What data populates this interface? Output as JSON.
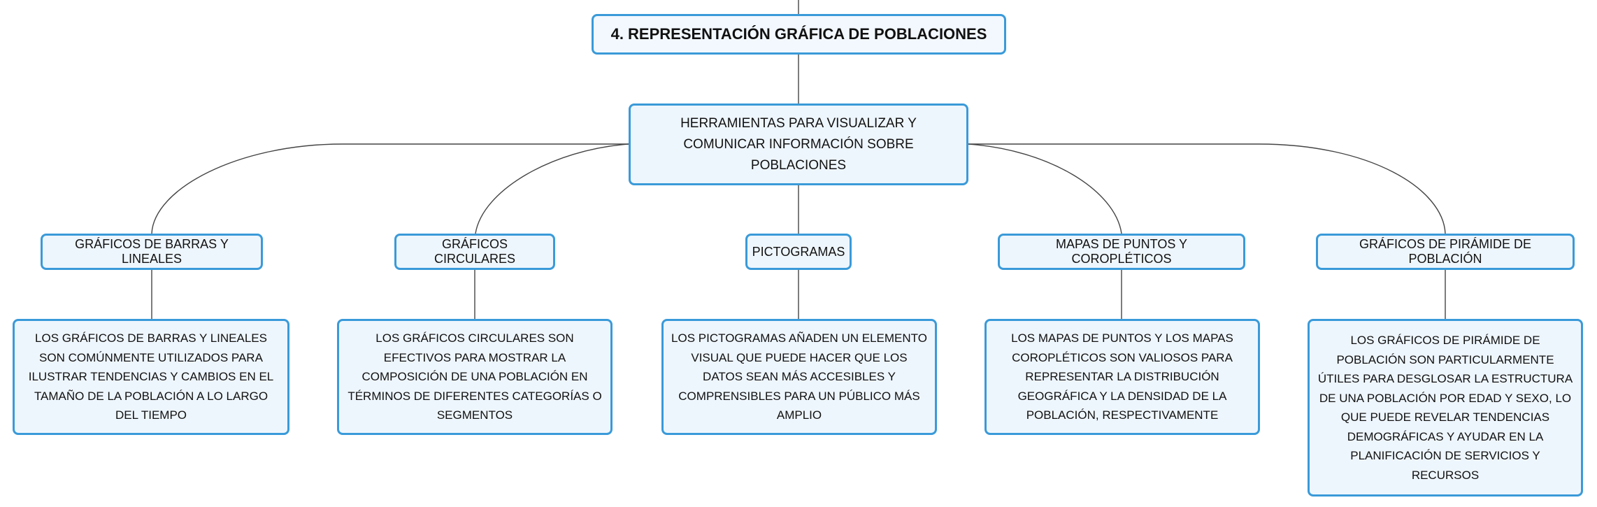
{
  "diagram": {
    "root": {
      "label": "4. REPRESENTACIÓN GRÁFICA DE POBLACIONES"
    },
    "center": {
      "label": "HERRAMIENTAS PARA VISUALIZAR Y COMUNICAR INFORMACIÓN SOBRE POBLACIONES"
    },
    "branches": [
      {
        "title": "GRÁFICOS DE BARRAS Y LINEALES",
        "description": "LOS GRÁFICOS DE BARRAS Y LINEALES SON COMÚNMENTE UTILIZADOS PARA ILUSTRAR TENDENCIAS Y CAMBIOS EN EL TAMAÑO DE LA POBLACIÓN A LO LARGO DEL TIEMPO"
      },
      {
        "title": "GRÁFICOS CIRCULARES",
        "description": "LOS GRÁFICOS CIRCULARES SON EFECTIVOS PARA MOSTRAR LA COMPOSICIÓN DE UNA POBLACIÓN EN TÉRMINOS DE DIFERENTES CATEGORÍAS O SEGMENTOS"
      },
      {
        "title": "PICTOGRAMAS",
        "description": "LOS PICTOGRAMAS AÑADEN UN ELEMENTO VISUAL QUE PUEDE HACER QUE LOS DATOS SEAN MÁS ACCESIBLES Y COMPRENSIBLES PARA UN PÚBLICO MÁS AMPLIO"
      },
      {
        "title": "MAPAS DE PUNTOS Y COROPLÉTICOS",
        "description": "LOS MAPAS DE PUNTOS Y LOS MAPAS COROPLÉTICOS SON VALIOSOS PARA REPRESENTAR LA DISTRIBUCIÓN GEOGRÁFICA Y LA DENSIDAD DE LA POBLACIÓN, RESPECTIVAMENTE"
      },
      {
        "title": "GRÁFICOS DE PIRÁMIDE DE POBLACIÓN",
        "description": "LOS GRÁFICOS DE PIRÁMIDE DE POBLACIÓN SON PARTICULARMENTE ÚTILES PARA DESGLOSAR LA ESTRUCTURA DE UNA POBLACIÓN POR EDAD Y SEXO, LO QUE PUEDE REVELAR TENDENCIAS DEMOGRÁFICAS Y AYUDAR EN LA PLANIFICACIÓN DE SERVICIOS Y RECURSOS"
      }
    ]
  }
}
